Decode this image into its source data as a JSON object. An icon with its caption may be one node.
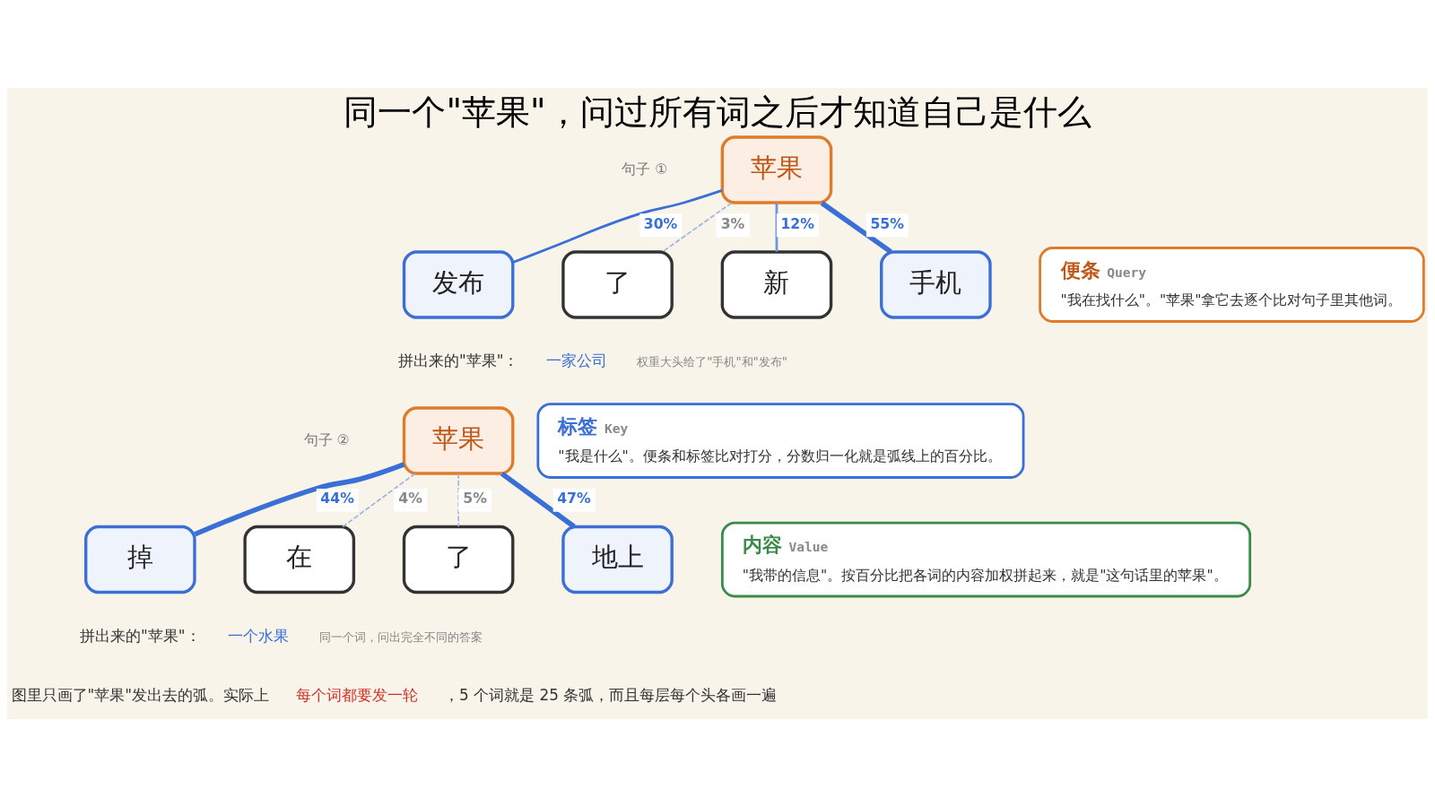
{
  "diagram": {
    "title": "同一个\"苹果\"，问过所有词之后才知道自己是什么",
    "nodes": [
      {
        "text": [
          "苹果"
        ]
      },
      {
        "text": [
          "发布"
        ]
      },
      {
        "text": [
          "了"
        ]
      },
      {
        "text": [
          "新"
        ]
      },
      {
        "text": [
          "手机"
        ]
      },
      {
        "text": [
          "苹果"
        ]
      },
      {
        "text": [
          "掉"
        ]
      },
      {
        "text": [
          "在"
        ]
      },
      {
        "text": [
          "了"
        ]
      },
      {
        "text": [
          "地上"
        ]
      },
      {
        "text": [
          "便条",
          "Query",
          "\"我在找什么\"。\"苹果\"拿它去逐个比对句子里其他词。"
        ]
      },
      {
        "text": [
          "标签",
          "Key",
          "\"我是什么\"。便条和标签比对打分，分数归一化就是弧线上的百分比。"
        ]
      },
      {
        "text": [
          "内容",
          "Value",
          "\"我带的信息\"。按百分比把各词的内容加权拼起来，就是\"这句话里的苹果\"。"
        ]
      }
    ],
    "edges": [
      {
        "from": 0,
        "to": 1,
        "arrow": "none",
        "label": "30%"
      },
      {
        "from": 0,
        "to": 2,
        "arrow": "none",
        "label": "3%",
        "style": "dashed",
        "color": "#9db4e0"
      },
      {
        "from": 0,
        "to": 3,
        "arrow": "none",
        "label": "12%",
        "color": "#6f95e0"
      },
      {
        "from": 0,
        "to": 4,
        "arrow": "none",
        "label": "55%",
        "style": "thick"
      },
      {
        "from": 5,
        "to": 6,
        "arrow": "none",
        "label": "44%",
        "style": "thick"
      },
      {
        "from": 5,
        "to": 7,
        "arrow": "none",
        "label": "4%",
        "style": "dashed",
        "color": "#9db4e0"
      },
      {
        "from": 5,
        "to": 8,
        "arrow": "none",
        "label": "5%",
        "style": "dashed",
        "color": "#9db4e0"
      },
      {
        "from": 5,
        "to": 9,
        "arrow": "none",
        "label": "47%",
        "style": "thick"
      }
    ],
    "labels": [
      "句子 ①",
      "拼出来的\"苹果\"：",
      "一家公司",
      "权重大头给了\"手机\"和\"发布\"",
      "句子 ②",
      "拼出来的\"苹果\"：",
      "一个水果",
      "同一个词，问出完全不同的答案",
      "图里只画了\"苹果\"发出去的弧。实际上",
      "每个词都要发一轮",
      "，5 个词就是 25 条弧，而且每层每个头各画一遍"
    ]
  }
}
